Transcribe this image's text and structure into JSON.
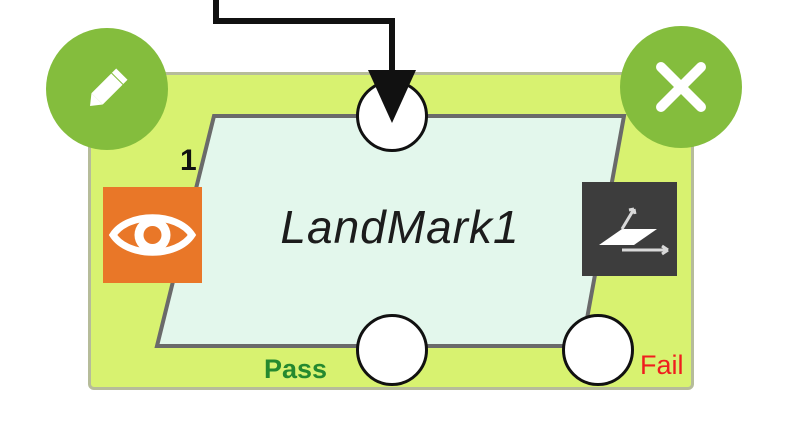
{
  "node": {
    "title": "LandMark1",
    "count": "1",
    "pass_label": "Pass",
    "fail_label": "Fail"
  },
  "icons": {
    "edit": "pencil-icon",
    "delete": "close-icon",
    "left_tool": "eye-icon",
    "right_tool": "transform-plane-icon"
  },
  "colors": {
    "node_fill": "#d8f270",
    "node_border": "#b6bc9a",
    "shape_fill": "#e3f7ec",
    "button_green": "#84bd3d",
    "eye_orange": "#e97728",
    "transform_dark": "#3d3d3d",
    "pass_green": "#25892f",
    "fail_red": "#ef1e1e"
  }
}
